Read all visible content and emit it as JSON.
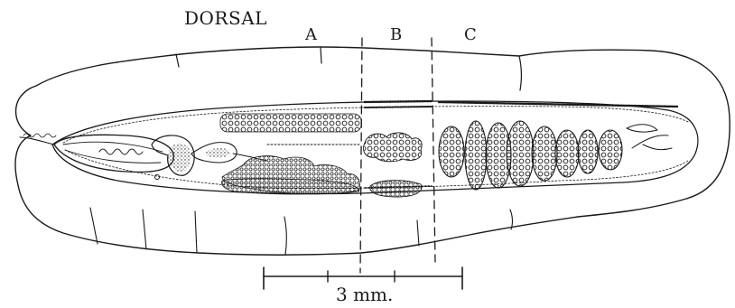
{
  "labels": {
    "dorsal": "DORSAL",
    "region_a": "A",
    "region_b": "B",
    "region_c": "C"
  },
  "scale_bar": {
    "label": "3 mm."
  },
  "colors": {
    "ink": "#1a1a1a",
    "paper": "#ffffff"
  }
}
